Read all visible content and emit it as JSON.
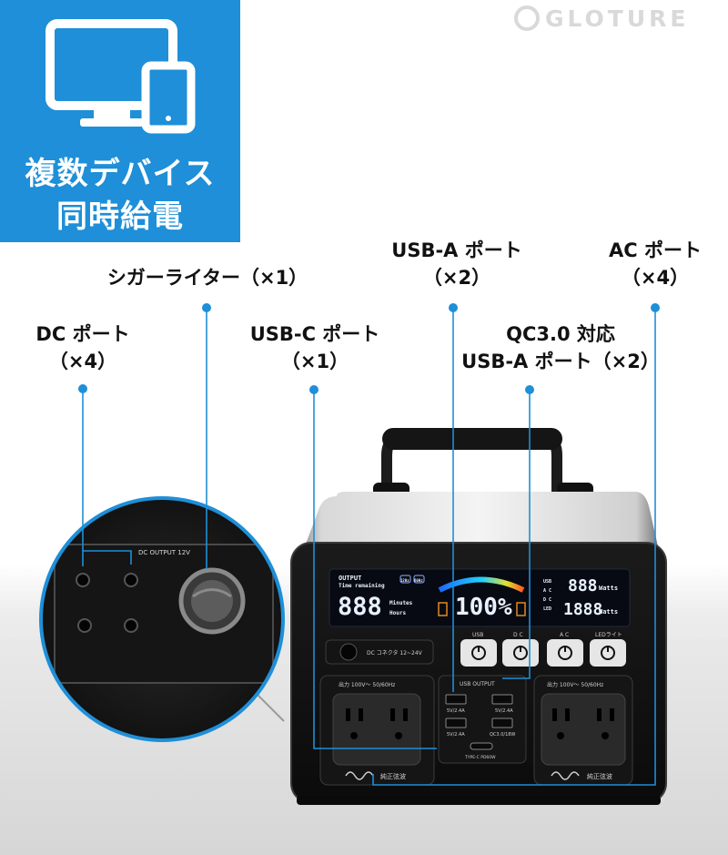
{
  "badge": {
    "icon": "devices-icon",
    "line1": "複数デバイス",
    "line2": "同時給電",
    "color": "#1e8fd8"
  },
  "brand": {
    "name": "GLOTURE"
  },
  "callouts": {
    "dc": {
      "line1": "DC ポート",
      "line2": "（×4）"
    },
    "cigar": {
      "line1": "シガーライター（×1）"
    },
    "usbc": {
      "line1": "USB-C ポート",
      "line2": "（×1）"
    },
    "usba": {
      "line1": "USB-A ポート",
      "line2": "（×2）"
    },
    "qc": {
      "line1": "QC3.0 対応",
      "line2": "USB-A ポート（×2）"
    },
    "ac": {
      "line1": "AC ポート",
      "line2": "（×4）"
    }
  },
  "device": {
    "display": {
      "output_title": "OUTPUT",
      "time_label": "Time remaining",
      "time_digits": "888",
      "minutes_label": "Minutes",
      "hours_label": "Hours",
      "percent": "100%",
      "watts_top": "888",
      "watts_bottom": "1888",
      "watts_unit": "Watts",
      "status_left": "12Hz",
      "status_right": "60Hz",
      "usb_small": "USB",
      "ac_small": "A C",
      "dc_small": "D C",
      "led_small": "LED"
    },
    "buttons": {
      "usb": "USB",
      "dc": "D C",
      "ac": "A C",
      "led": "LEDライト"
    },
    "cigar_label": "DC コネクタ 12~24V",
    "outlet_left_label": "出力 100V〜 50/60Hz",
    "outlet_right_label": "出力 100V〜 50/60Hz",
    "sine_left": "純正弦波",
    "sine_right": "純正弦波",
    "usb_output_label": "USB OUTPUT",
    "usb_ports": [
      "5V/2.4A",
      "5V/2.4A",
      "5V/2.4A",
      "QC3.0/18W"
    ],
    "typec_label": "TYPE-C PD60W"
  },
  "zoom": {
    "panel_label": "DC OUTPUT 12V"
  }
}
